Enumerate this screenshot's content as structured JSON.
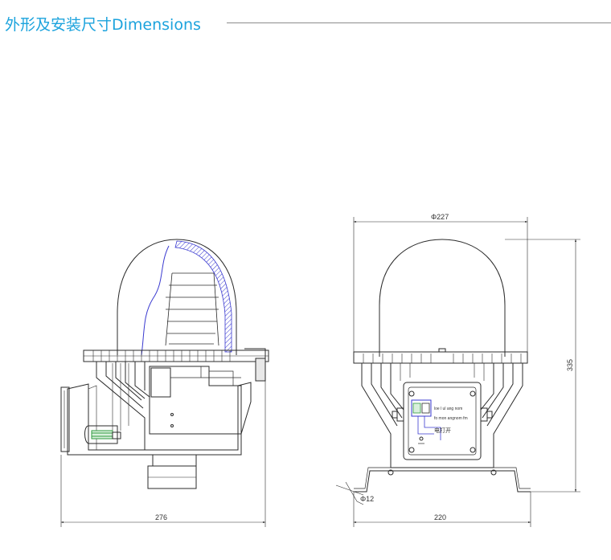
{
  "header": {
    "title": "外形及安装尺寸Dimensions"
  },
  "left_view": {
    "dim_width": "276"
  },
  "right_view": {
    "dim_diameter": "Φ227",
    "dim_height": "335",
    "dim_base": "220",
    "dim_hole": "Φ12",
    "terminal_label": "电打开",
    "terminal_small_text_1": "loe l ul ang nom",
    "terminal_small_text_2": "fo mon angnom fm"
  },
  "colors": {
    "title": "#1ca3dd",
    "rule": "#8c8c8c",
    "line": "#2b2b2b",
    "section": "#3a3ad0",
    "wire_green": "#2e9a3e"
  }
}
